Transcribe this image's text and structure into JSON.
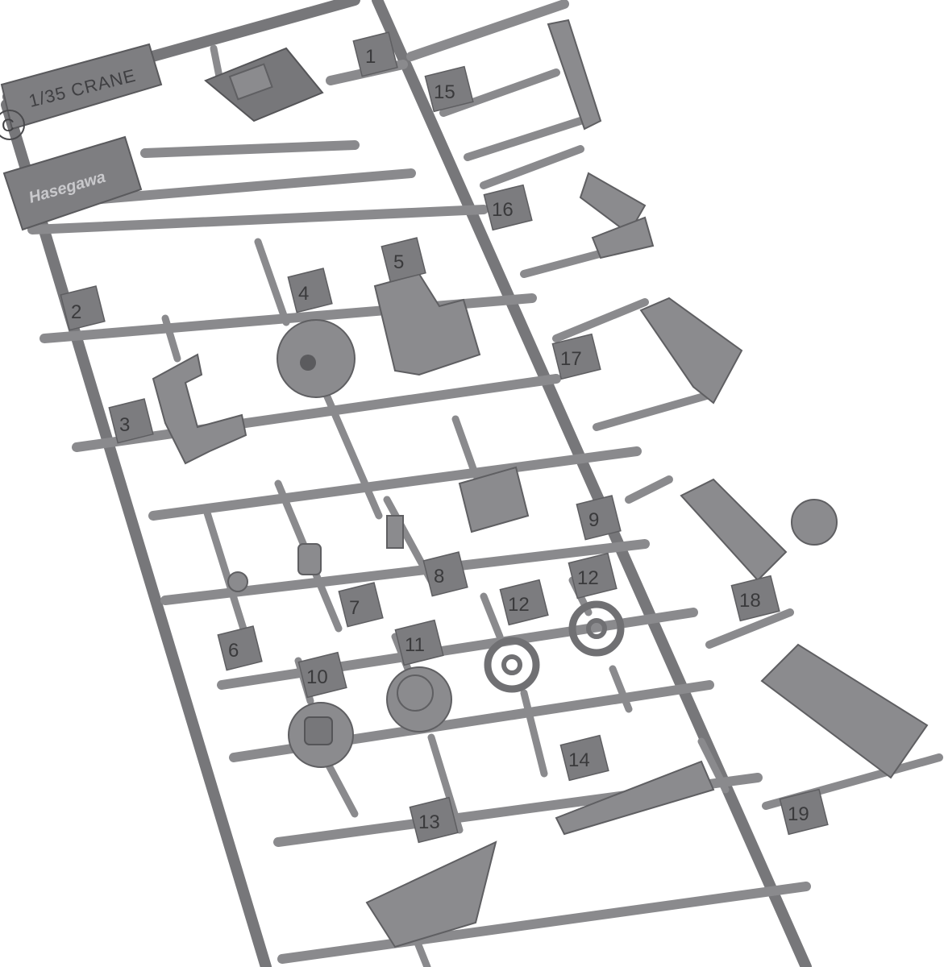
{
  "sprue": {
    "scale_label": "1/35 CRANE",
    "copyright_symbol": "C",
    "brand": "Hasegawa",
    "part_numbers": [
      "1",
      "2",
      "3",
      "4",
      "5",
      "6",
      "7",
      "8",
      "9",
      "10",
      "11",
      "12",
      "12",
      "13",
      "14",
      "15",
      "16",
      "17",
      "18",
      "19"
    ]
  },
  "colors": {
    "plastic": "#8b8b8e",
    "frame": "#77777a",
    "background": "#ffffff"
  }
}
